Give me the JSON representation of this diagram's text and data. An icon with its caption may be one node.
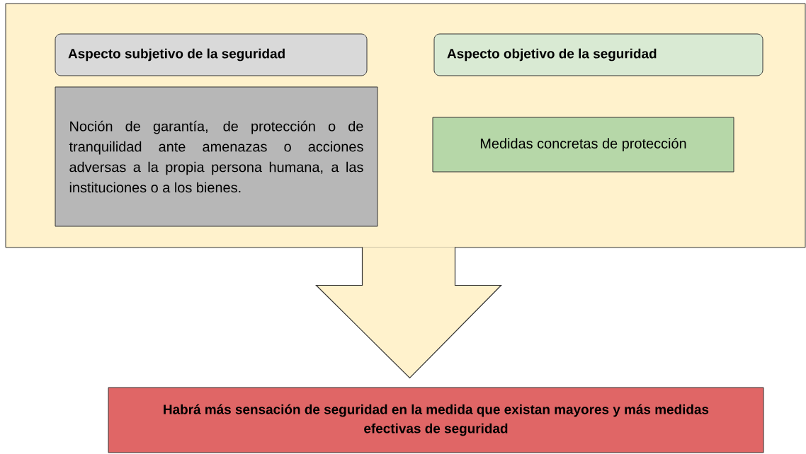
{
  "diagram": {
    "nodes": [
      {
        "text": [],
        "shape": "box"
      },
      {
        "text": [
          "Aspecto subjetivo de la seguridad"
        ],
        "in": 0
      },
      {
        "text": [
          "Noción de garantía, de protección o de tranquilidad ante amenazas o acciones adversas a la propia persona humana, a las instituciones o a los bienes."
        ],
        "in": 0
      },
      {
        "text": [
          "Aspecto objetivo de la seguridad"
        ],
        "in": 0
      },
      {
        "text": [
          "Medidas concretas de protección"
        ],
        "in": 0
      },
      {
        "text": [
          "Habrá más sensación de seguridad en la medida que existan mayores y más medidas efectivas de seguridad"
        ]
      }
    ],
    "edges": [
      {
        "from": 0,
        "to": 5,
        "arrow": "to",
        "style": "thick"
      }
    ]
  }
}
